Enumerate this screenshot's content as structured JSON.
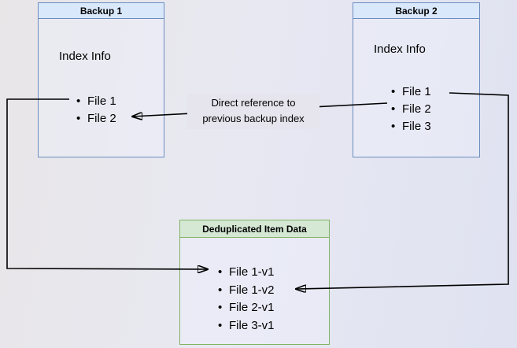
{
  "canvas": {
    "background_left": "#e8e6e7",
    "background_right": "#dfe2f1"
  },
  "boxes": {
    "backup1": {
      "title": "Backup 1",
      "subtitle": "Index Info",
      "items": [
        "File 1",
        "File 2"
      ],
      "header_fill": "#dae8fc",
      "border_color": "#6c8ebf"
    },
    "backup2": {
      "title": "Backup 2",
      "subtitle": "Index Info",
      "items": [
        "File 1",
        "File 2",
        "File 3"
      ],
      "header_fill": "#dae8fc",
      "border_color": "#6c8ebf"
    },
    "dedup": {
      "title": "Deduplicated Item Data",
      "items": [
        "File 1-v1",
        "File 1-v2",
        "File 2-v1",
        "File 3-v1"
      ],
      "header_fill": "#d5e8d4",
      "border_color": "#82b366"
    }
  },
  "edges": {
    "arrow_color": "#000000",
    "direct_reference_label": {
      "line1": "Direct reference to",
      "line2": "previous backup index"
    }
  }
}
